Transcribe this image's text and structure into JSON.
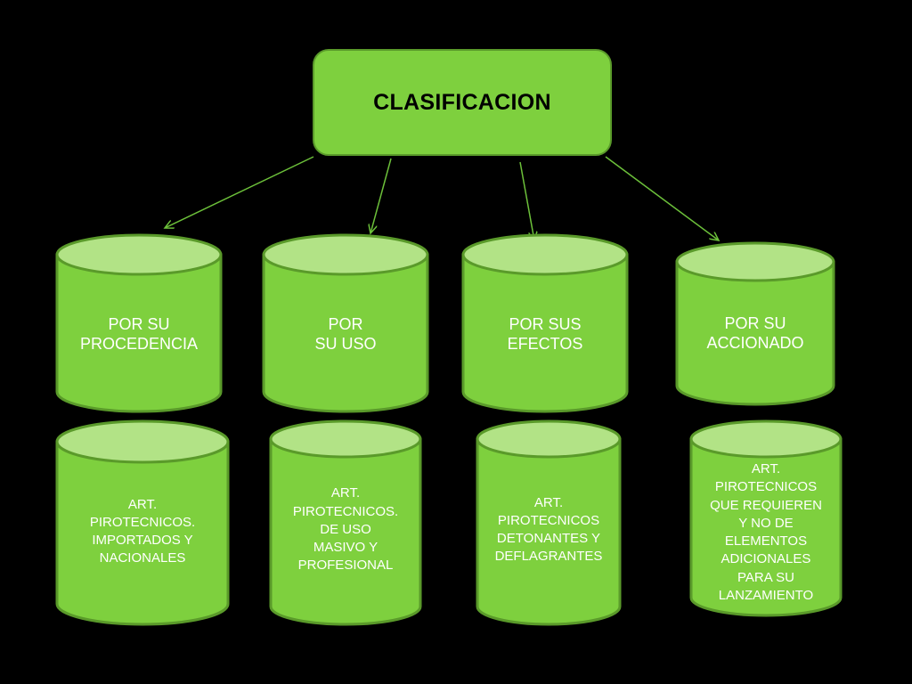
{
  "root": {
    "label": "CLASIFICACION"
  },
  "categories": [
    {
      "label": "POR SU\nPROCEDENCIA"
    },
    {
      "label": "POR\nSU USO"
    },
    {
      "label": "POR SUS\nEFECTOS"
    },
    {
      "label": "POR SU\nACCIONADO"
    }
  ],
  "items": [
    {
      "label": "ART.\nPIROTECNICOS.\nIMPORTADOS Y\nNACIONALES"
    },
    {
      "label": "ART.\nPIROTECNICOS.\nDE USO\nMASIVO Y\nPROFESIONAL"
    },
    {
      "label": "ART.\nPIROTECNICOS\nDETONANTES Y\nDEFLAGRANTES"
    },
    {
      "label": "ART.\nPIROTECNICOS\nQUE REQUIEREN\nY  NO DE\nELEMENTOS\nADICIONALES\nPARA SU\nLANZAMIENTO"
    }
  ],
  "colors": {
    "background": "#000000",
    "shape_fill": "#7ed03e",
    "cylinder_top": "#b2e386",
    "shape_border": "#5a9a2a",
    "connector": "#6cc03a"
  }
}
